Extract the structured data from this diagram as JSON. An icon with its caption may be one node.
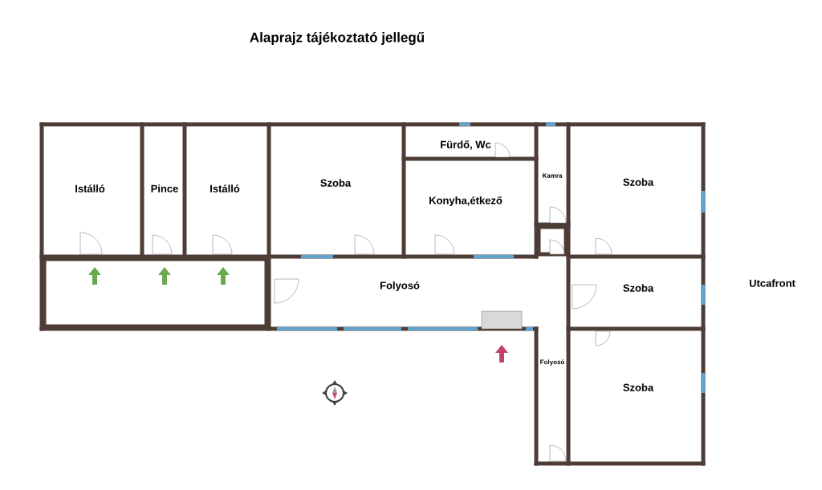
{
  "diagram": {
    "title": "Alaprajz tájékoztató jellegű",
    "nodes": [
      {
        "text": [
          "Istálló"
        ]
      },
      {
        "text": [
          "Pince"
        ]
      },
      {
        "text": [
          "Istálló"
        ]
      },
      {
        "text": [],
        "shape": "box"
      },
      {
        "text": [
          "Szoba"
        ]
      },
      {
        "text": [
          "Fürdő, Wc"
        ]
      },
      {
        "text": [
          "Konyha,étkező"
        ]
      },
      {
        "text": [
          "Kamra"
        ]
      },
      {
        "text": [],
        "shape": "box"
      },
      {
        "text": [
          "Szoba"
        ]
      },
      {
        "text": [
          "Folyosó"
        ]
      },
      {
        "text": [
          "Szoba"
        ]
      },
      {
        "text": [
          "Folyosó"
        ]
      },
      {
        "text": [
          "Szoba"
        ]
      }
    ],
    "labels": [
      "Utcafront"
    ]
  }
}
